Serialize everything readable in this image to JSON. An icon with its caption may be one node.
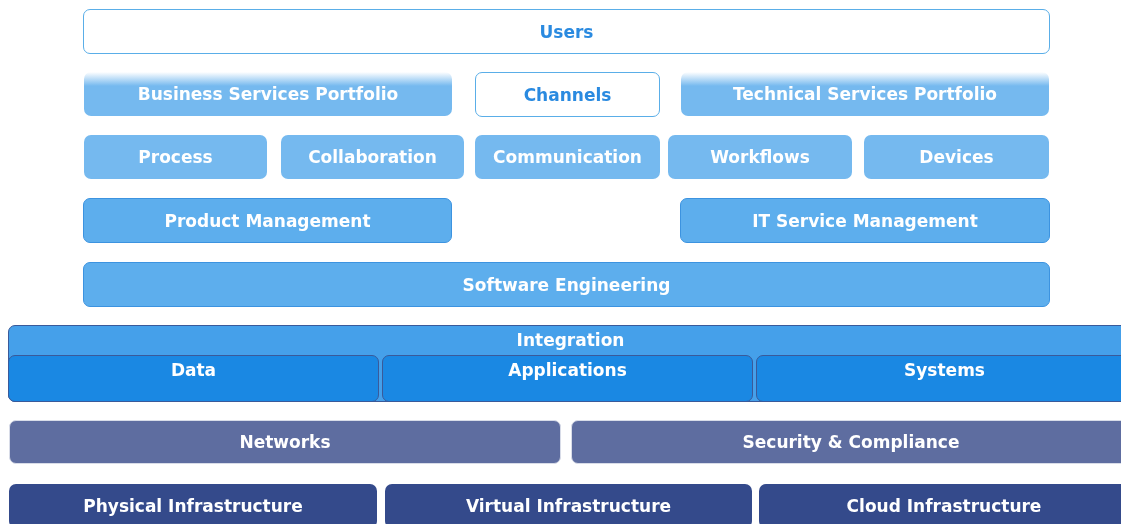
{
  "diagram": {
    "nodes": [
      {
        "text": [
          "Users"
        ]
      },
      {
        "text": [
          "Business Services Portfolio"
        ]
      },
      {
        "text": [
          "Channels"
        ]
      },
      {
        "text": [
          "Technical Services Portfolio"
        ]
      },
      {
        "text": [
          "Process"
        ]
      },
      {
        "text": [
          "Collaboration"
        ]
      },
      {
        "text": [
          "Communication"
        ]
      },
      {
        "text": [
          "Workflows"
        ]
      },
      {
        "text": [
          "Devices"
        ]
      },
      {
        "text": [
          "Product Management"
        ]
      },
      {
        "text": [
          "IT Service Management"
        ]
      },
      {
        "text": [
          "Software Engineering"
        ]
      },
      {
        "text": [
          "Integration"
        ]
      },
      {
        "text": [
          "Data"
        ],
        "in": 12
      },
      {
        "text": [
          "Applications"
        ],
        "in": 12
      },
      {
        "text": [
          "Systems"
        ],
        "in": 12
      },
      {
        "text": [
          "Networks"
        ]
      },
      {
        "text": [
          "Security & Compliance"
        ]
      },
      {
        "text": [
          "Physical Infrastructure"
        ]
      },
      {
        "text": [
          "Virtual Infrastructure"
        ]
      },
      {
        "text": [
          "Cloud Infrastructure"
        ]
      }
    ]
  }
}
